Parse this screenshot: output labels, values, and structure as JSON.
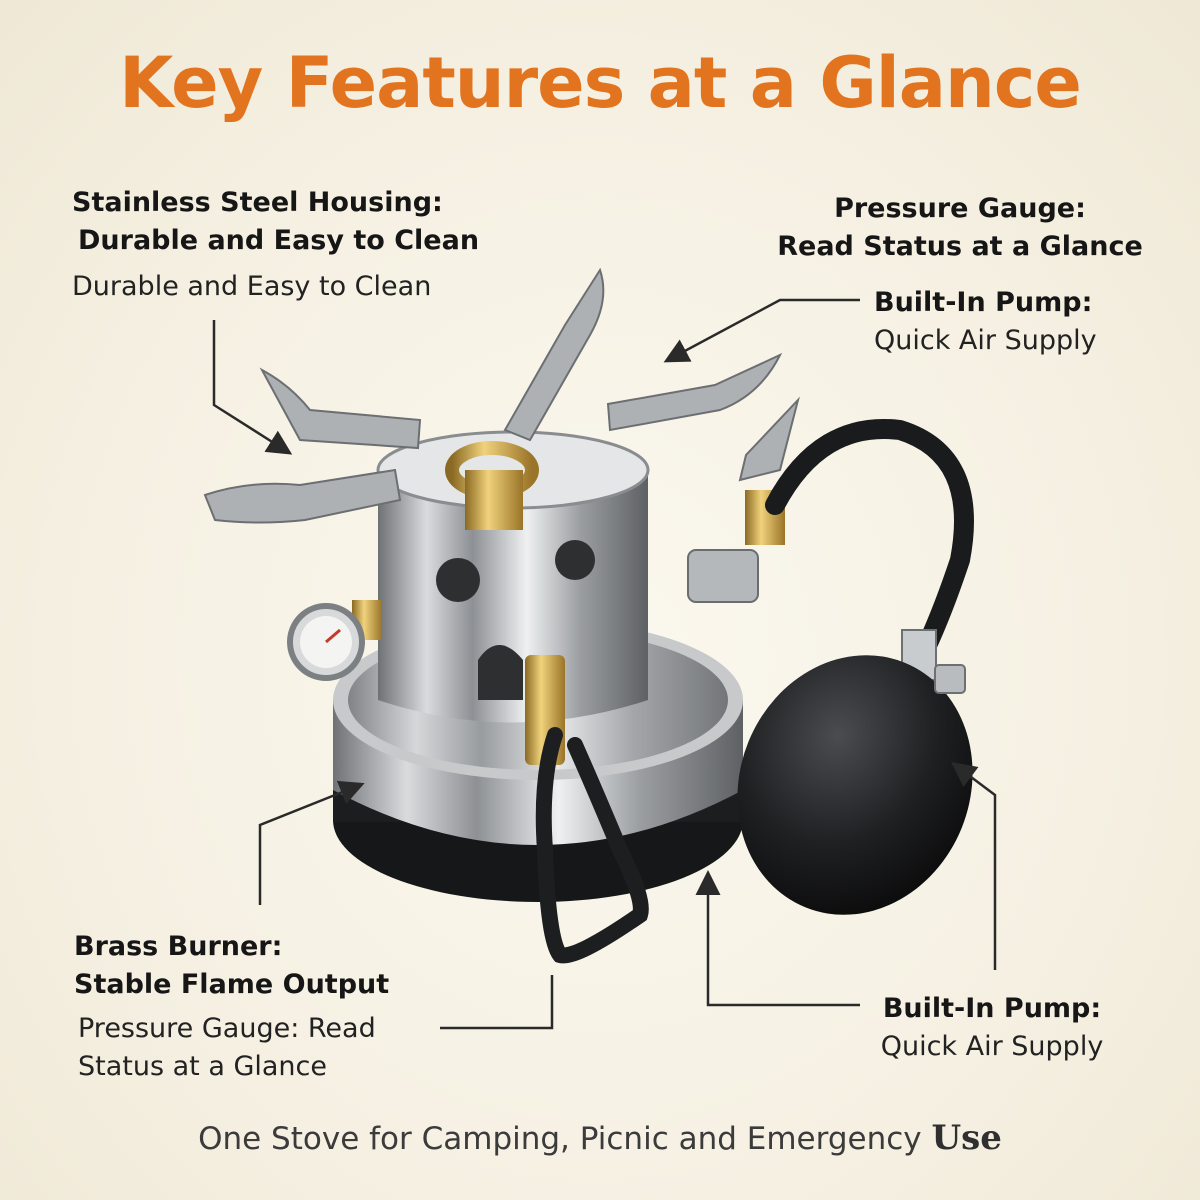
{
  "title": "Key Features at a Glance",
  "labels": {
    "housing": {
      "heading_line1": "Stainless Steel Housing:",
      "heading_line2": "Durable and Easy to Clean",
      "sub": "Durable and Easy to Clean"
    },
    "gauge": {
      "heading_line1": "Pressure Gauge:",
      "heading_line2": "Read Status at a Glance"
    },
    "pump_top": {
      "heading": "Built-In Pump:",
      "sub": "Quick Air Supply"
    },
    "burner": {
      "heading_line1": "Brass Burner:",
      "heading_line2": "Stable Flame Output",
      "sub_line1": "Pressure Gauge: Read",
      "sub_line2": "Status at a Glance"
    },
    "pump_bottom": {
      "heading": "Built-In Pump:",
      "sub": "Quick Air Supply"
    }
  },
  "footer": {
    "text": "One Stove for Camping, Picnic and Emergency",
    "emphasis": "Use"
  },
  "colors": {
    "title": "#e2741f",
    "background": "#f6f2e6",
    "steel": "#b9bcbf",
    "brass": "#c9a14a",
    "rubber": "#1c1d1f"
  }
}
